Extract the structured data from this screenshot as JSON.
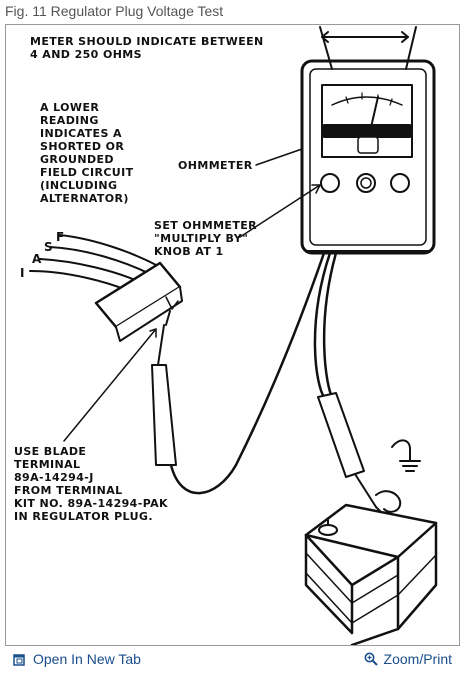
{
  "figure": {
    "caption": "Fig. 11 Regulator Plug Voltage Test",
    "labels": {
      "meter_line1": "METER SHOULD INDICATE BETWEEN",
      "meter_line2": "4 AND 250 OHMS",
      "lower_reading": [
        "A LOWER",
        "READING",
        "INDICATES A",
        "SHORTED OR",
        "GROUNDED",
        "FIELD CIRCUIT",
        "(INCLUDING",
        "ALTERNATOR)"
      ],
      "ohmmeter": "OHMMETER",
      "set_ohmmeter": [
        "SET OHMMETER",
        "\"MULTIPLY BY\"",
        "KNOB AT 1"
      ],
      "use_blade": [
        "USE BLADE",
        "TERMINAL",
        "89A-14294-J",
        "FROM TERMINAL",
        "KIT NO. 89A-14294-PAK",
        "IN REGULATOR PLUG."
      ],
      "lead_f": "F",
      "lead_s": "S",
      "lead_a": "A",
      "lead_i": "I"
    }
  },
  "footer": {
    "open_new_tab": "Open In New Tab",
    "zoom_print": "Zoom/Print"
  }
}
